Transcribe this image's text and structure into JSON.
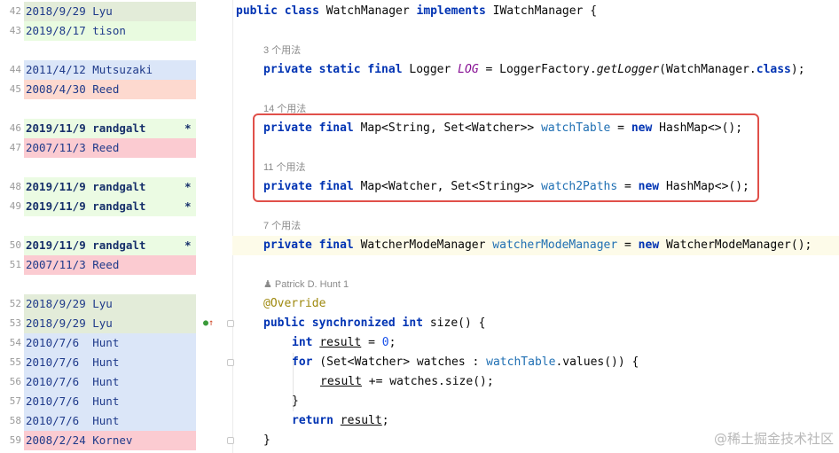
{
  "blame": [
    {
      "line": "42",
      "text": "2018/9/29 Lyu",
      "bg": "#e3ecd9",
      "bold": false,
      "star": false
    },
    {
      "line": "43",
      "text": "2019/8/17 tison",
      "bg": "#e9fbe0",
      "bold": false,
      "star": false
    },
    {
      "line": "44",
      "text": "2011/4/12 Mutsuzaki",
      "bg": "#dbe6f8",
      "bold": false,
      "star": false
    },
    {
      "line": "45",
      "text": "2008/4/30 Reed",
      "bg": "#fdd9cf",
      "bold": false,
      "star": false
    },
    {
      "line": "46",
      "text": "2019/11/9 randgalt",
      "bg": "#ebfbe3",
      "bold": true,
      "star": true
    },
    {
      "line": "47",
      "text": "2007/11/3 Reed",
      "bg": "#fbcbd1",
      "bold": false,
      "star": false
    },
    {
      "line": "48",
      "text": "2019/11/9 randgalt",
      "bg": "#ebfbe3",
      "bold": true,
      "star": true
    },
    {
      "line": "49",
      "text": "2019/11/9 randgalt",
      "bg": "#ebfbe3",
      "bold": true,
      "star": true
    },
    {
      "line": "50",
      "text": "2019/11/9 randgalt",
      "bg": "#ebfbe3",
      "bold": true,
      "star": true
    },
    {
      "line": "51",
      "text": "2007/11/3 Reed",
      "bg": "#fbcbd1",
      "bold": false,
      "star": false
    },
    {
      "line": "52",
      "text": "2018/9/29 Lyu",
      "bg": "#e3ecd9",
      "bold": false,
      "star": false
    },
    {
      "line": "53",
      "text": "2018/9/29 Lyu",
      "bg": "#e3ecd9",
      "bold": false,
      "star": false
    },
    {
      "line": "54",
      "text": "2010/7/6  Hunt",
      "bg": "#dbe6f8",
      "bold": false,
      "star": false
    },
    {
      "line": "55",
      "text": "2010/7/6  Hunt",
      "bg": "#dbe6f8",
      "bold": false,
      "star": false
    },
    {
      "line": "56",
      "text": "2010/7/6  Hunt",
      "bg": "#dbe6f8",
      "bold": false,
      "star": false
    },
    {
      "line": "57",
      "text": "2010/7/6  Hunt",
      "bg": "#dbe6f8",
      "bold": false,
      "star": false
    },
    {
      "line": "58",
      "text": "2010/7/6  Hunt",
      "bg": "#dbe6f8",
      "bold": false,
      "star": false
    },
    {
      "line": "59",
      "text": "2008/2/24 Kornev",
      "bg": "#fbcbd1",
      "bold": false,
      "star": false
    }
  ],
  "star_char": "*",
  "code": {
    "class_public": "public",
    "class_kw": "class",
    "class_name": " WatchManager ",
    "implements_kw": "implements",
    "class_rest": " IWatchManager {",
    "hint_log": "3 个用法",
    "log_kw": "private static final",
    "log_type": " Logger ",
    "log_field": "LOG",
    "log_eq": " = LoggerFactory.",
    "log_method": "getLogger",
    "log_arg": "(WatchManager.",
    "log_class_kw": "class",
    "log_end": ");",
    "hint_table": "14 个用法",
    "table_kw": "private final",
    "table_type": " Map<String, Set<Watcher>> ",
    "table_field": "watchTable",
    "table_eq": " = ",
    "table_new": "new",
    "table_end": " HashMap<>();",
    "hint_paths": "11 个用法",
    "paths_kw": "private final",
    "paths_type": " Map<Watcher, Set<String>> ",
    "paths_field": "watch2Paths",
    "paths_eq": " = ",
    "paths_new": "new",
    "paths_end": " HashMap<>();",
    "hint_mode": "7 个用法",
    "mode_kw": "private final",
    "mode_type": " WatcherModeManager ",
    "mode_field": "watcherModeManager",
    "mode_eq": " = ",
    "mode_new": "new",
    "mode_end": " WatcherModeManager();",
    "hint_author": "Patrick D. Hunt 1",
    "annotation": "@Override",
    "size_kw": "public synchronized int",
    "size_sig": " size() {",
    "int_kw": "int",
    "result_var": "result",
    "result_eq": " = ",
    "zero": "0",
    "semi": ";",
    "for_kw": "for",
    "for_head": " (Set<Watcher> watches : ",
    "for_field": "watchTable",
    "for_tail": ".values()) {",
    "add_var": "result",
    "add_rest": " += watches.size();",
    "close_inner": "}",
    "return_kw": "return",
    "return_var": "result",
    "close_method": "}"
  },
  "watermark": "@稀土掘金技术社区",
  "colors": {
    "highlight_box": "#e0504a",
    "keyword": "#0033b3",
    "field": "#871094"
  }
}
